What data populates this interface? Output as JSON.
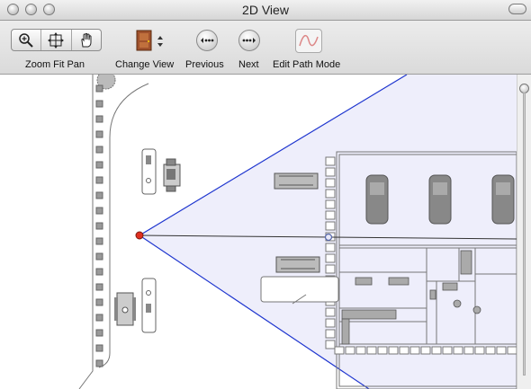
{
  "window": {
    "title": "2D View"
  },
  "toolbar": {
    "zoom_fit_pan_label": "Zoom Fit Pan",
    "change_view_label": "Change View",
    "previous_label": "Previous",
    "next_label": "Next",
    "edit_path_mode_label": "Edit Path Mode"
  },
  "icons": {
    "zoom": "magnifier-icon",
    "fit": "fit-arrows-icon",
    "pan": "hand-icon",
    "change_view": "door-icon",
    "previous": "previous-dots-icon",
    "next": "next-dots-icon",
    "edit_path_mode": "path-curve-icon"
  },
  "colors": {
    "view_cone_fill": "#eeeefb",
    "view_cone_stroke": "#1f36cf",
    "camera_point": "#e03020",
    "target_point": "#5566aa",
    "drawing": "#555555"
  }
}
